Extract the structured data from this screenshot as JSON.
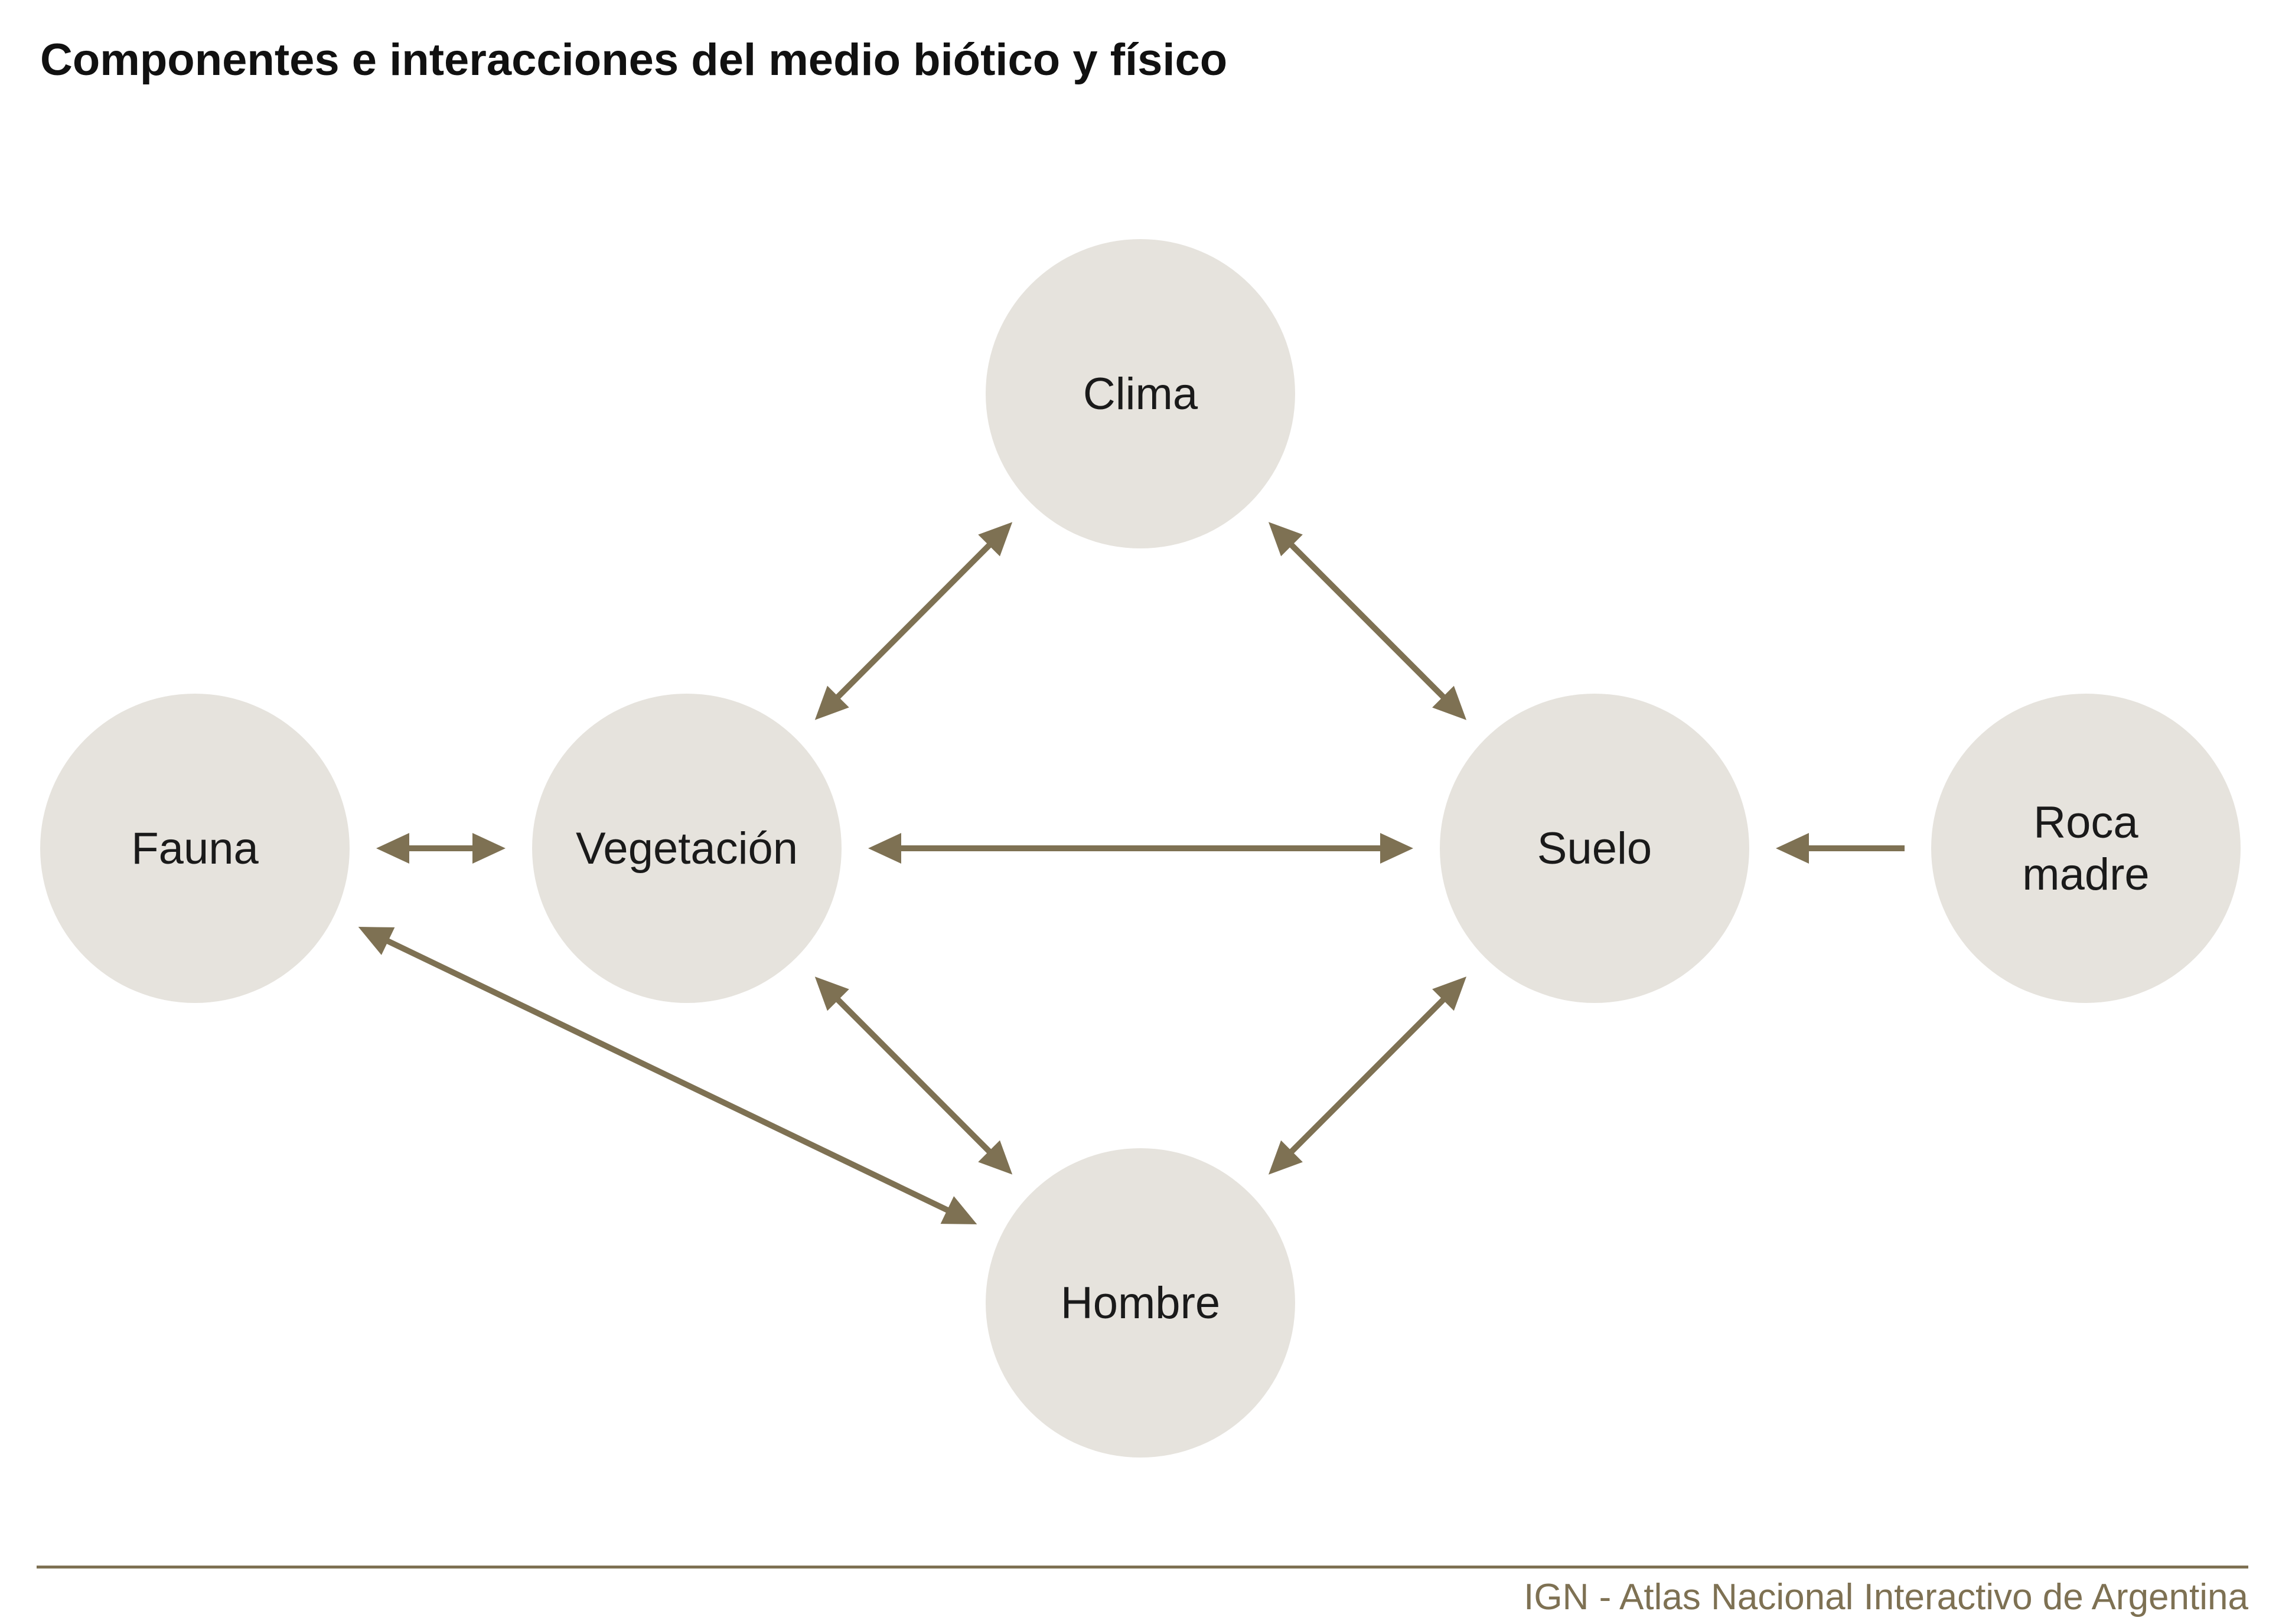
{
  "title": "Componentes e interacciones del medio biótico y físico",
  "colors": {
    "node_fill": "#e6e3dd",
    "arrow": "#7e7153",
    "text": "#1a1a1a",
    "footer": "#7e7153"
  },
  "nodes": [
    {
      "id": "clima",
      "lines": [
        "Clima"
      ]
    },
    {
      "id": "fauna",
      "lines": [
        "Fauna"
      ]
    },
    {
      "id": "vegetacion",
      "lines": [
        "Vegetación"
      ]
    },
    {
      "id": "suelo",
      "lines": [
        "Suelo"
      ]
    },
    {
      "id": "roca-madre",
      "lines": [
        "Roca",
        "madre"
      ]
    },
    {
      "id": "hombre",
      "lines": [
        "Hombre"
      ]
    }
  ],
  "edges": [
    {
      "from": "vegetacion",
      "to": "clima",
      "direction": "both"
    },
    {
      "from": "clima",
      "to": "suelo",
      "direction": "both"
    },
    {
      "from": "fauna",
      "to": "vegetacion",
      "direction": "both"
    },
    {
      "from": "vegetacion",
      "to": "suelo",
      "direction": "both"
    },
    {
      "from": "roca-madre",
      "to": "suelo",
      "direction": "forward"
    },
    {
      "from": "fauna",
      "to": "hombre",
      "direction": "both"
    },
    {
      "from": "vegetacion",
      "to": "hombre",
      "direction": "both"
    },
    {
      "from": "suelo",
      "to": "hombre",
      "direction": "both"
    }
  ],
  "footer": {
    "credit": "IGN - Atlas Nacional Interactivo de Argentina"
  }
}
